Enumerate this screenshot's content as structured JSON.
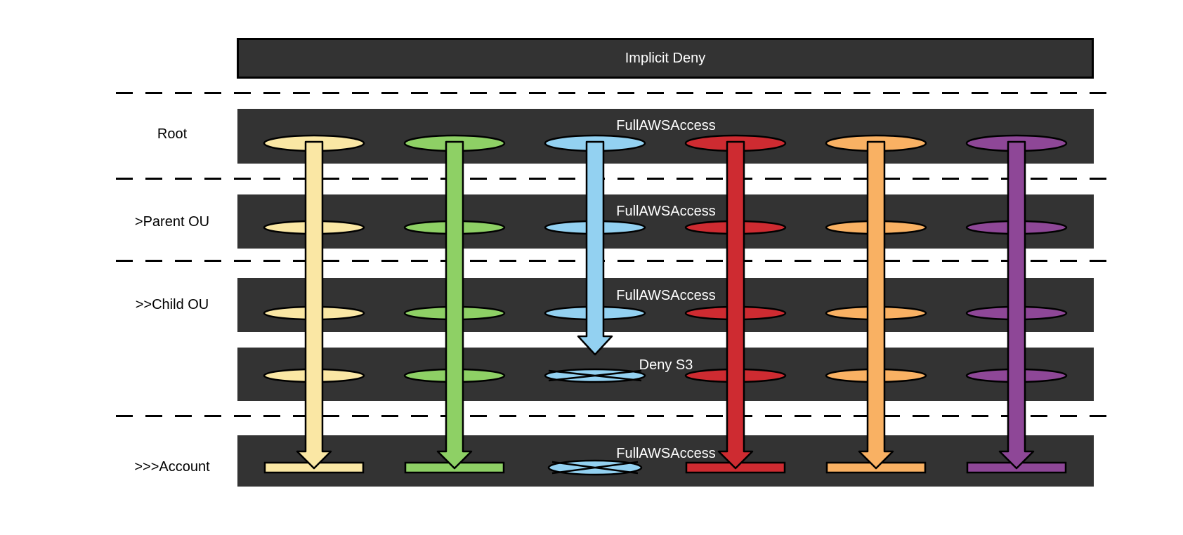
{
  "title": "Implicit Deny",
  "rows": [
    {
      "label": "Root",
      "policy": "FullAWSAccess"
    },
    {
      "label": ">Parent OU",
      "policy": "FullAWSAccess"
    },
    {
      "label": ">>Child OU",
      "policy": "FullAWSAccess"
    },
    {
      "label": "",
      "policy": "Deny S3"
    },
    {
      "label": ">>>Account",
      "policy": "FullAWSAccess"
    }
  ],
  "columns": [
    {
      "name": "yellow-arrow",
      "color": "#FAE7A4",
      "blocked": false
    },
    {
      "name": "green-arrow",
      "color": "#8ED065",
      "blocked": false
    },
    {
      "name": "blue-arrow",
      "color": "#93D1F1",
      "blocked": true
    },
    {
      "name": "red-arrow",
      "color": "#CE2B31",
      "blocked": false
    },
    {
      "name": "orange-arrow",
      "color": "#F9B163",
      "blocked": false
    },
    {
      "name": "purple-arrow",
      "color": "#8E4797",
      "blocked": false
    }
  ],
  "colors": {
    "band": "#333333",
    "outline": "#000000",
    "policy_text": "#ffffff",
    "label_text": "#000000",
    "background": "#ffffff"
  }
}
